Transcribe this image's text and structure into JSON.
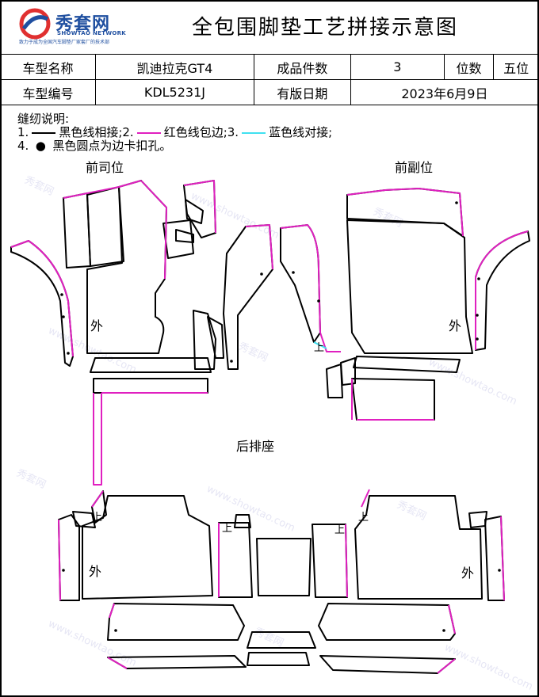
{
  "header": {
    "logo_text": "秀套网",
    "logo_en": "SHOWTAO NETWORK",
    "logo_slogan": "致力于成为全国汽车脚垫厂家套厂的技术部",
    "title": "全包围脚垫工艺拼接示意图"
  },
  "info_table": {
    "model_name_label": "车型名称",
    "model_name": "凯迪拉克GT4",
    "pieces_label": "成品件数",
    "pieces": "3",
    "seats_label": "位数",
    "seats": "五位",
    "model_code_label": "车型编号",
    "model_code": "KDL5231J",
    "version_date_label": "有版日期",
    "version_date": "2023年6月9日"
  },
  "notes": {
    "heading": "缝纫说明:",
    "item1_num": "1.",
    "item1_text": "黑色线相接;",
    "item2_num": "2.",
    "item2_text": "红色线包边;",
    "item3_num": "3.",
    "item3_text": "蓝色线对接;",
    "item4_num": "4.",
    "item4_text": "黑色圆点为边卡扣孔。"
  },
  "labels": {
    "front_driver": "前司位",
    "front_passenger": "前副位",
    "rear_seat": "后排座",
    "outer": "外",
    "up": "上"
  },
  "colors": {
    "black_line": "#000000",
    "red_line": "#e020c0",
    "blue_line": "#40e0f0",
    "logo_blue": "#1f4fa0",
    "logo_red": "#e03030"
  },
  "watermark": {
    "brand": "秀套网",
    "url": "www.showtao.com"
  }
}
